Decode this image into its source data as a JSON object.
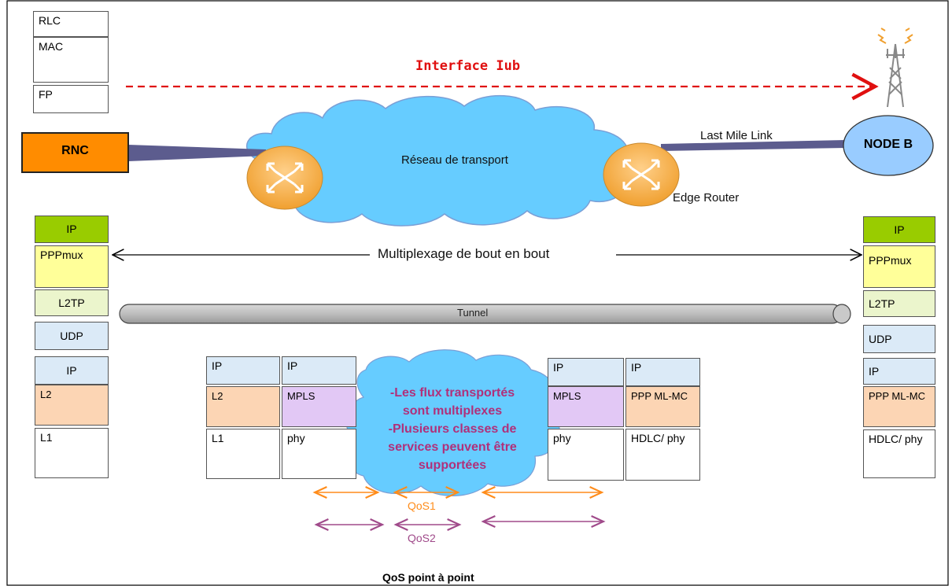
{
  "title": "Interface Iub",
  "rnc": "RNC",
  "nodeb": "NODE B",
  "cloud_label": "Réseau de transport",
  "last_mile": "Last Mile Link",
  "edge_router": "Edge Router",
  "top_stack": [
    "RLC",
    "MAC",
    "FP"
  ],
  "multiplex": "Multiplexage de bout en bout",
  "tunnel": "Tunnel",
  "left_stack": [
    "IP",
    "PPPmux",
    "L2TP",
    "UDP",
    "IP",
    "L2",
    "L1"
  ],
  "right_stack": [
    "IP",
    "PPPmux",
    "L2TP",
    "UDP",
    "IP",
    "PPP ML-MC",
    "HDLC/ phy"
  ],
  "mid1": [
    "IP",
    "L2",
    "L1"
  ],
  "mid2": [
    "IP",
    "MPLS",
    "phy"
  ],
  "mid3": [
    "IP",
    "MPLS",
    "phy"
  ],
  "mid4": [
    "IP",
    "PPP ML-MC",
    "HDLC/ phy"
  ],
  "cloud2_text": [
    "-Les flux transportés",
    "sont multiplexes",
    "-Plusieurs classes de",
    "services peuvent être",
    "supportées"
  ],
  "qos1": "QoS1",
  "qos2": "QoS2",
  "footer": "QoS point à point",
  "colors": {
    "ip_green": "#99cc00",
    "pppmux": "#ffff99",
    "l2tp": "#ebf5cc",
    "udp_ip": "#dbeaf7",
    "l2_orange": "#fcd5b4",
    "mpls": "#e2c8f5",
    "rnc": "#ff8c00",
    "nodeb": "#99ccff",
    "cloud": "#66ccff",
    "red_arrow": "#e01010",
    "qos1": "#ff8c1a",
    "qos2": "#a04a8a",
    "cloud_text": "#b0307a"
  }
}
